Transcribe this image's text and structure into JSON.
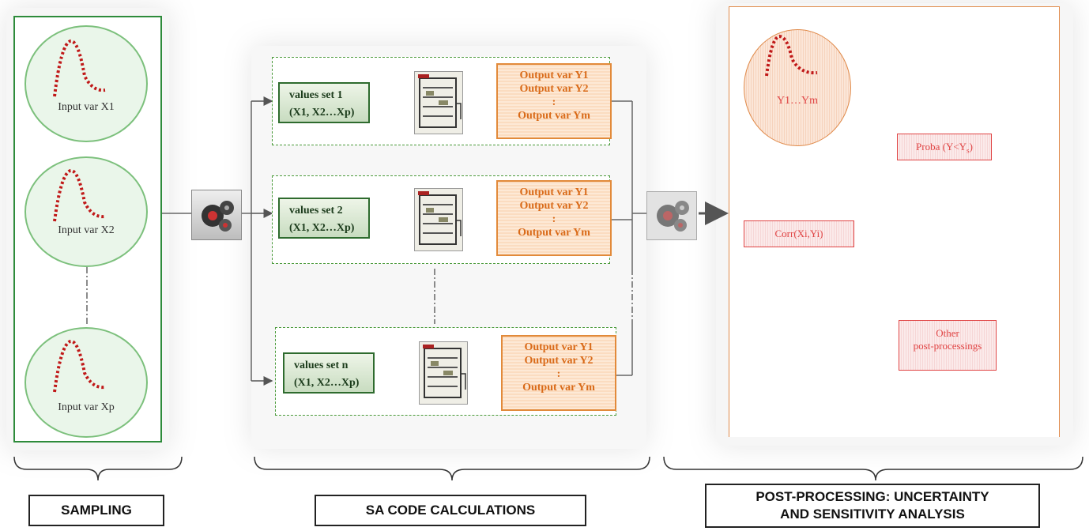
{
  "sampling": {
    "inputs": [
      {
        "label": "Input var X1"
      },
      {
        "label": "Input var X2"
      },
      {
        "label": "Input var Xp"
      }
    ],
    "caption": "SAMPLING"
  },
  "calculations": {
    "sets": [
      {
        "values_title": "values set 1",
        "values_vars": "(X1, X2…Xp)",
        "outputs": [
          "Output var Y1",
          "Output var Y2",
          ":",
          "Output var Ym"
        ]
      },
      {
        "values_title": "values set 2",
        "values_vars": "(X1, X2…Xp)",
        "outputs": [
          "Output var Y1",
          "Output var Y2",
          ":",
          "Output var Ym"
        ]
      },
      {
        "values_title": "values set n",
        "values_vars": "(X1, X2…Xp)",
        "outputs": [
          "Output var Y1",
          "Output var Y2",
          ":",
          "Output var Ym"
        ]
      }
    ],
    "caption": "SA CODE CALCULATIONS"
  },
  "post": {
    "outputs_label": "Y1…Ym",
    "proba": "Proba (Y<Y",
    "proba_sub": "s",
    "proba_end": ")",
    "corr": "Corr(Xi,Yi)",
    "other_line1": "Other",
    "other_line2": "post-processings",
    "caption_line1": "POST-PROCESSING: UNCERTAINTY",
    "caption_line2": "AND SENSITIVITY ANALYSIS"
  },
  "colors": {
    "sampling_border": "#2e8b3b",
    "output_text": "#d96a18",
    "post_border": "#e08a4a",
    "red": "#e04545"
  }
}
